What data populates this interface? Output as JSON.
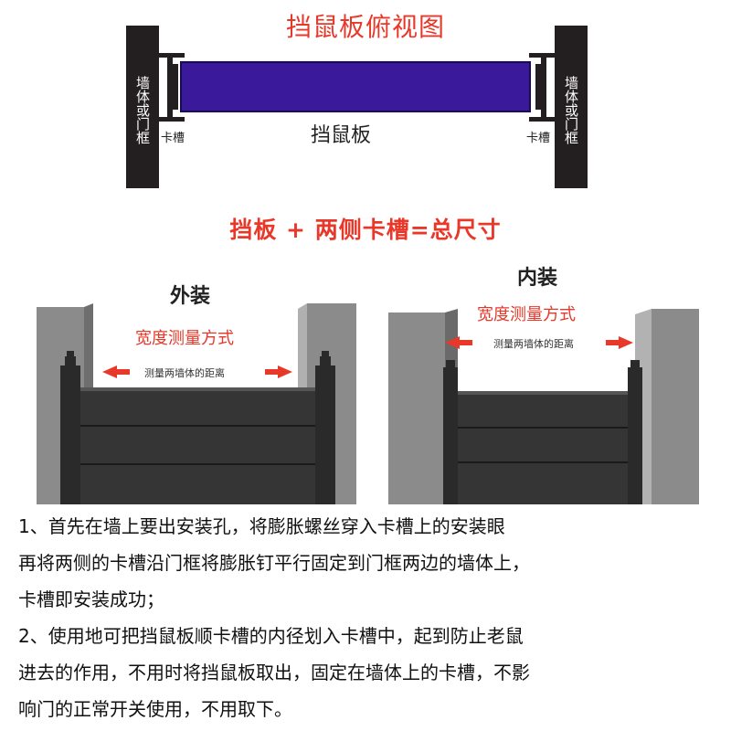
{
  "top_view": {
    "title": "挡鼠板俯视图",
    "wall_label": "墙体或门框",
    "slot_label": "卡槽",
    "board_label": "挡鼠板",
    "board_color": "#3a1a9a"
  },
  "formula": "挡板 + 两侧卡槽=总尺寸",
  "external": {
    "title": "外装",
    "measure_title": "宽度测量方式",
    "measure_text": "测量两墙体的距离"
  },
  "internal": {
    "title": "内装",
    "measure_title": "宽度测量方式",
    "measure_text": "测量两墙体的距离"
  },
  "instructions": {
    "lines": [
      "1、首先在墙上要出安装孔，将膨胀螺丝穿入卡槽上的安装眼",
      "再将两侧的卡槽沿门框将膨胀钉平行固定到门框两边的墙体上，",
      "卡槽即安装成功；",
      "2、使用地可把挡鼠板顺卡槽的内径划入卡槽中，起到防止老鼠",
      "进去的作用，不用时将挡鼠板取出，固定在墙体上的卡槽，不影",
      "响门的正常开关使用，不用取下。"
    ]
  },
  "colors": {
    "accent": "#e8382a",
    "wall_dark": "#231f20",
    "panel_dark": "#2e2e2e"
  }
}
